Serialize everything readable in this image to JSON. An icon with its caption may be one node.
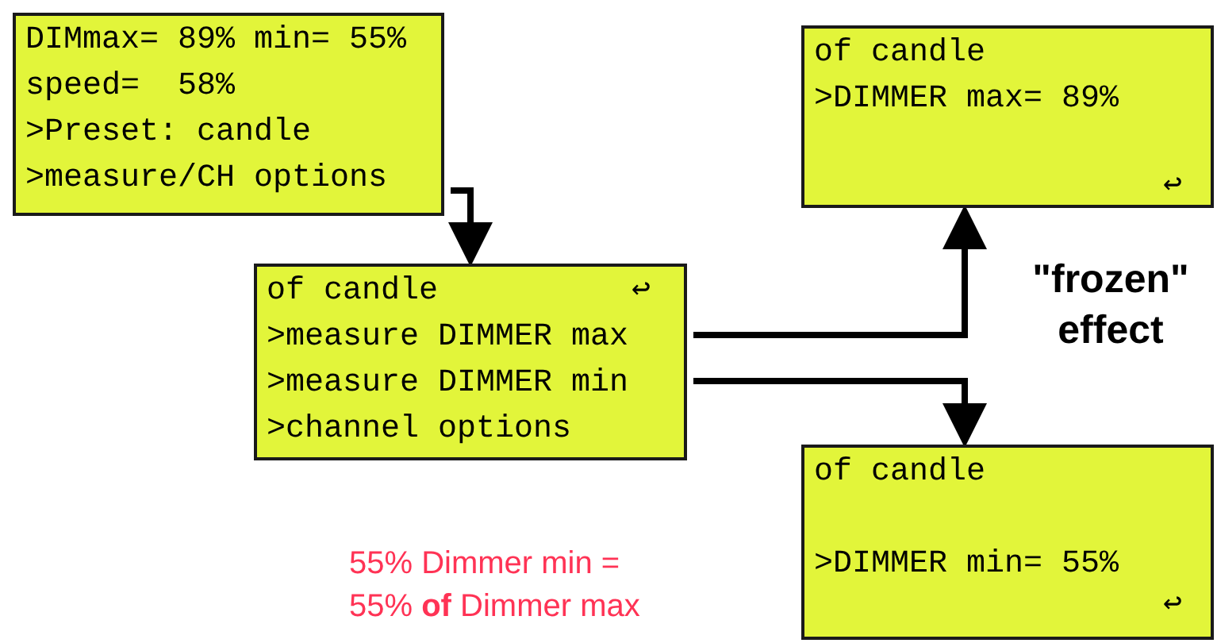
{
  "diagram": {
    "nodes": [
      {
        "text": [
          "DIMmax= 89% min= 55%",
          "speed=  58%",
          ">Preset: candle",
          ">measure/CH options"
        ]
      },
      {
        "text": [
          "of candle",
          "↩",
          ">measure DIMMER max",
          ">measure DIMMER min",
          ">channel options"
        ]
      },
      {
        "text": [
          "of candle",
          ">DIMMER max= 89%",
          "↩"
        ]
      },
      {
        "text": [
          "of candle",
          ">DIMMER min= 55%",
          "↩"
        ]
      }
    ],
    "edges": [
      {
        "from": 0,
        "to": 1,
        "arrow": "to"
      },
      {
        "from": 1,
        "to": 2,
        "arrow": "to"
      },
      {
        "from": 1,
        "to": 3,
        "arrow": "to"
      }
    ],
    "labels": [
      "\"frozen\" effect",
      "55% Dimmer min = 55% **of** Dimmer max"
    ]
  }
}
